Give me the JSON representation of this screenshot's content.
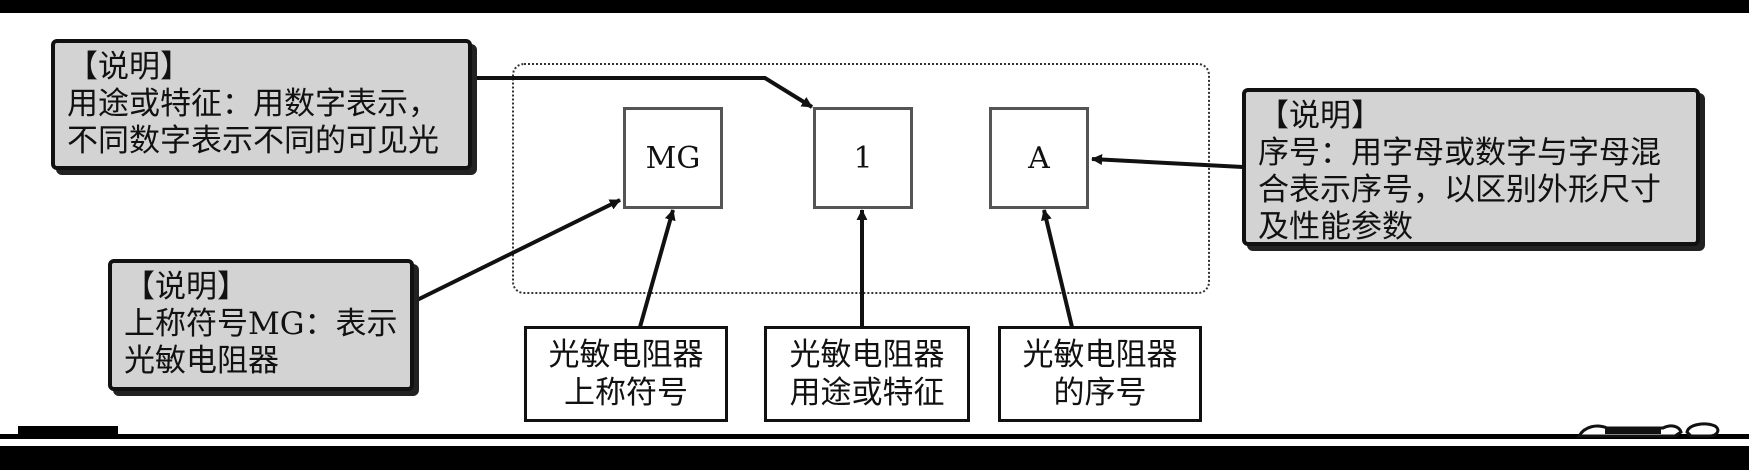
{
  "notes": {
    "top_left": {
      "lines": [
        "【说明】",
        "用途或特征：用数字表示，",
        "不同数字表示不同的可见光"
      ]
    },
    "bottom_left": {
      "lines": [
        "【说明】",
        "上称符号MG：表示",
        "光敏电阻器"
      ]
    },
    "right": {
      "lines": [
        "【说明】",
        "序号：用字母或数字与字母混",
        "合表示序号，以区别外形尺寸",
        "及性能参数"
      ]
    }
  },
  "codes": {
    "mg": "MG",
    "one": "1",
    "a": "A"
  },
  "labels": {
    "symbol": {
      "line1": "光敏电阻器",
      "line2": "上称符号"
    },
    "usage": {
      "line1": "光敏电阻器",
      "line2": "用途或特征"
    },
    "serial": {
      "line1": "光敏电阻器",
      "line2": "的序号"
    }
  }
}
